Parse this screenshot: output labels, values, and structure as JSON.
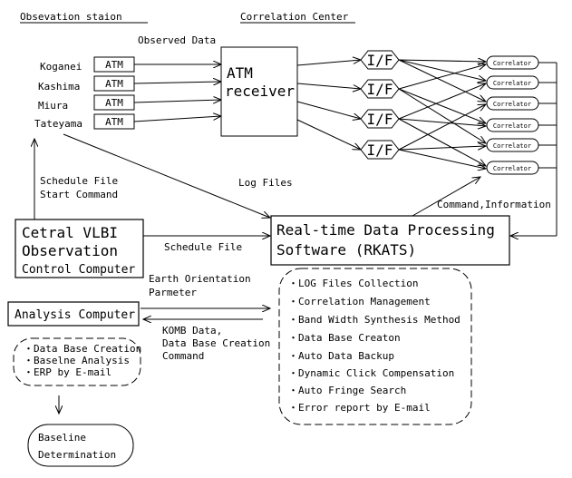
{
  "headings": {
    "observation_station": "Obsevation staion",
    "correlation_center": "Correlation  Center",
    "observed_data": "Observed Data"
  },
  "stations": [
    "Koganei",
    "Kashima",
    "Miura",
    "Tateyama"
  ],
  "atm_label": "ATM",
  "atm_receiver": {
    "line1": "ATM",
    "line2": "receiver"
  },
  "if_label": "I/F",
  "correlator_label": "Correlator",
  "edge_labels": {
    "schedule_file_start": [
      "Schedule File",
      "Start Command"
    ],
    "log_files": "Log Files",
    "command_information": "Command,Information",
    "schedule_file": "Schedule File",
    "earth_orientation": [
      "Earth Orientation",
      "Parmeter"
    ],
    "komb_data": [
      "KOMB Data,",
      "Data Base Creation",
      "Command"
    ]
  },
  "central_computer": {
    "lines": [
      "Cetral VLBI",
      "Observation",
      "Control Computer"
    ]
  },
  "rkats": {
    "lines": [
      "Real-time Data Processing",
      "Software (RKATS)"
    ]
  },
  "analysis_computer": "Analysis Computer",
  "rkats_functions": [
    "・LOG Files Collection",
    "・Correlation Management",
    "・Band Width Synthesis Method",
    "・Data Base Creaton",
    "・Auto Data Backup",
    "・Dynamic Click Compensation",
    "・Auto Fringe Search",
    "・Error report by E-mail"
  ],
  "analysis_functions": [
    "・Data Base Creation",
    "・Baselne Analysis",
    "・ERP by E-mail"
  ],
  "baseline_determination": [
    "Baseline",
    "Determination"
  ]
}
